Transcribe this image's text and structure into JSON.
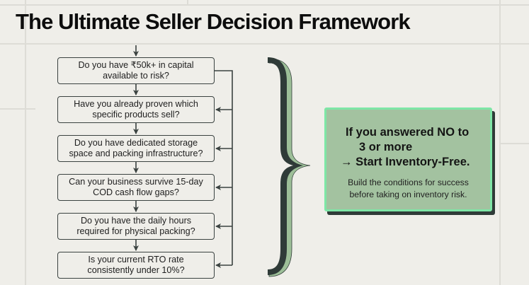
{
  "title": "The Ultimate Seller Decision Framework",
  "flowchart": {
    "questions": [
      {
        "line1": "Do you have ₹50k+ in capital",
        "line2": "available to risk?"
      },
      {
        "line1": "Have you already proven which",
        "line2": "specific products sell?"
      },
      {
        "line1": "Do you have dedicated storage",
        "line2": "space and packing infrastructure?"
      },
      {
        "line1": "Can your business survive 15-day",
        "line2": "COD cash flow gaps?"
      },
      {
        "line1": "Do you have the daily hours",
        "line2": "required for physical packing?"
      },
      {
        "line1": "Is your current RTO rate",
        "line2": "consistently under 10%?"
      }
    ],
    "icons": {
      "entry_arrow": "arrow-down-icon",
      "bracket": "curly-brace-icon"
    }
  },
  "result": {
    "headline": {
      "line1": "If you answered NO to",
      "line2": "3 or more",
      "line3": "→ Start Inventory-Free."
    },
    "body": {
      "line1": "Build the conditions for success",
      "line2": "before taking on inventory risk."
    }
  },
  "colors": {
    "background": "#efeee9",
    "grid": "#dddcd6",
    "box_border": "#3a4240",
    "result_fill": "#a3c2a0",
    "result_border": "#7ee6a6",
    "result_shadow": "#2f3b38",
    "brace_dark": "#2f3b38",
    "brace_light": "#9dbf98"
  }
}
